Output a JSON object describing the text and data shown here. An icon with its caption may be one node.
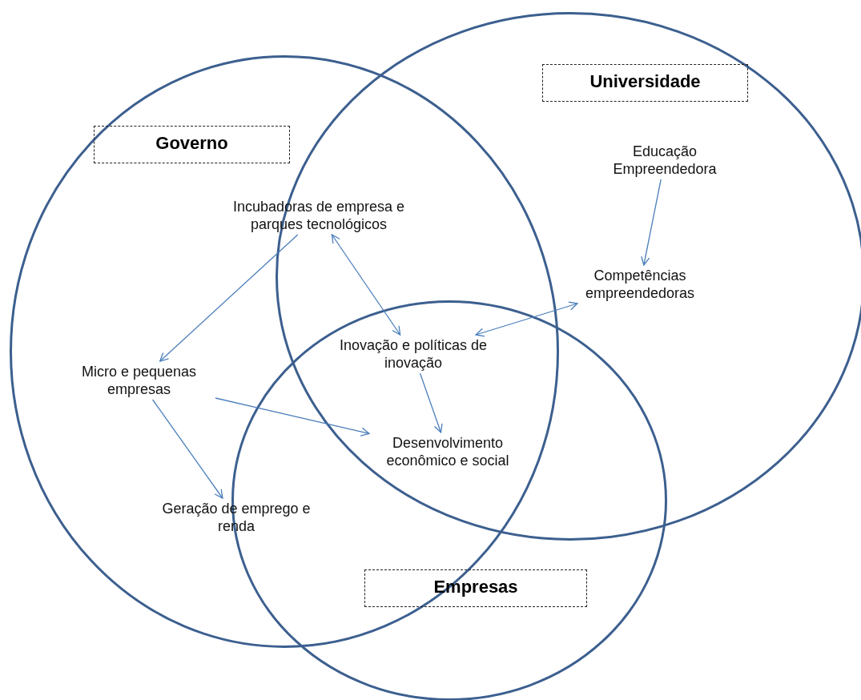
{
  "diagram": {
    "nodes": [
      {
        "text": [
          "Governo"
        ]
      },
      {
        "text": [
          "Universidade"
        ]
      },
      {
        "text": [
          "Empresas"
        ]
      },
      {
        "text": [
          "Educação Empreendedora"
        ]
      },
      {
        "text": [
          "Incubadoras de empresa e parques tecnológicos"
        ]
      },
      {
        "text": [
          "Competências empreendedoras"
        ]
      },
      {
        "text": [
          "Inovação e políticas de inovação"
        ]
      },
      {
        "text": [
          "Micro e pequenas empresas"
        ]
      },
      {
        "text": [
          "Desenvolvimento econômico e social"
        ]
      },
      {
        "text": [
          "Geração de emprego e renda"
        ]
      }
    ],
    "edges": [
      {
        "from": 4,
        "to": 7,
        "arrow": "to"
      },
      {
        "from": 4,
        "to": 6,
        "arrow": "both"
      },
      {
        "from": 3,
        "to": 5,
        "arrow": "to"
      },
      {
        "from": 5,
        "to": 6,
        "arrow": "both"
      },
      {
        "from": 6,
        "to": 8,
        "arrow": "to"
      },
      {
        "from": 7,
        "to": 8,
        "arrow": "to"
      },
      {
        "from": 7,
        "to": 9,
        "arrow": "to"
      }
    ]
  }
}
